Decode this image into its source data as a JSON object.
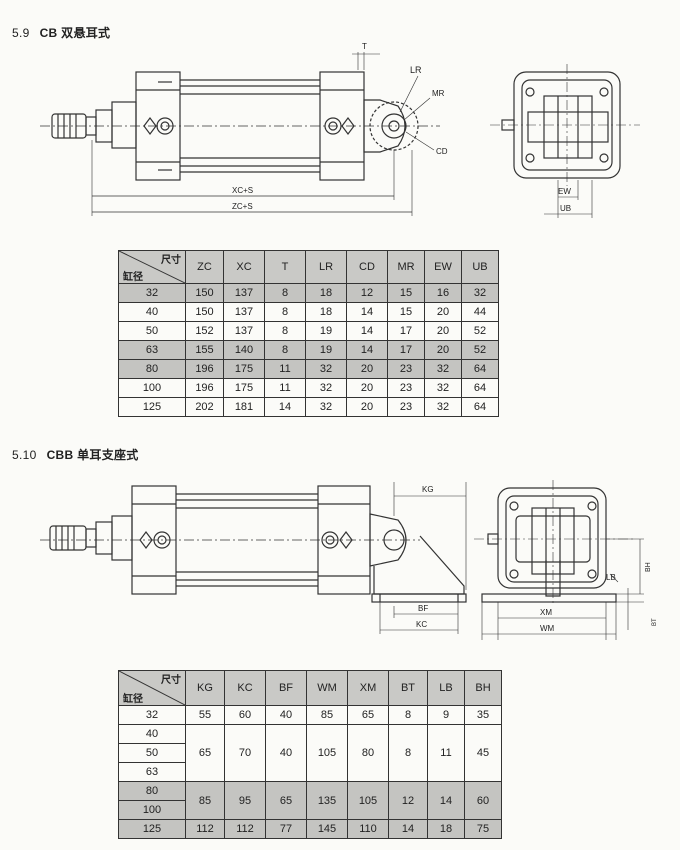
{
  "section1": {
    "number": "5.9",
    "title": "CB 双悬耳式"
  },
  "section2": {
    "number": "5.10",
    "title": "CBB 单耳支座式"
  },
  "drawing1_labels": {
    "t": "T",
    "lr": "LR",
    "mr": "MR",
    "cd": "CD",
    "xcs": "XC+S",
    "zcs": "ZC+S",
    "ew": "EW",
    "ub": "UB"
  },
  "drawing2_labels": {
    "kg": "KG",
    "bf": "BF",
    "kc": "KC",
    "lb": "LB",
    "bh": "BH",
    "xm": "XM",
    "wm": "WM",
    "bt": "BT"
  },
  "table1": {
    "corner_top": "尺寸",
    "corner_bottom": "缸径",
    "headers": [
      "ZC",
      "XC",
      "T",
      "LR",
      "CD",
      "MR",
      "EW",
      "UB"
    ],
    "rows": [
      [
        "32",
        "150",
        "137",
        "8",
        "18",
        "12",
        "15",
        "16",
        "32"
      ],
      [
        "40",
        "150",
        "137",
        "8",
        "18",
        "14",
        "15",
        "20",
        "44"
      ],
      [
        "50",
        "152",
        "137",
        "8",
        "19",
        "14",
        "17",
        "20",
        "52"
      ],
      [
        "63",
        "155",
        "140",
        "8",
        "19",
        "14",
        "17",
        "20",
        "52"
      ],
      [
        "80",
        "196",
        "175",
        "11",
        "32",
        "20",
        "23",
        "32",
        "64"
      ],
      [
        "100",
        "196",
        "175",
        "11",
        "32",
        "20",
        "23",
        "32",
        "64"
      ],
      [
        "125",
        "202",
        "181",
        "14",
        "32",
        "20",
        "23",
        "32",
        "64"
      ]
    ]
  },
  "table2": {
    "corner_top": "尺寸",
    "corner_bottom": "缸径",
    "headers": [
      "KG",
      "KC",
      "BF",
      "WM",
      "XM",
      "BT",
      "LB",
      "BH"
    ],
    "bores": [
      "32",
      "40",
      "50",
      "63",
      "80",
      "100",
      "125"
    ],
    "row32": [
      "55",
      "60",
      "40",
      "85",
      "65",
      "8",
      "9",
      "35"
    ],
    "group_40_63": [
      "65",
      "70",
      "40",
      "105",
      "80",
      "8",
      "11",
      "45"
    ],
    "group_80_100": [
      "85",
      "95",
      "65",
      "135",
      "105",
      "12",
      "14",
      "60"
    ],
    "row125": [
      "112",
      "112",
      "77",
      "145",
      "110",
      "14",
      "18",
      "75"
    ]
  }
}
